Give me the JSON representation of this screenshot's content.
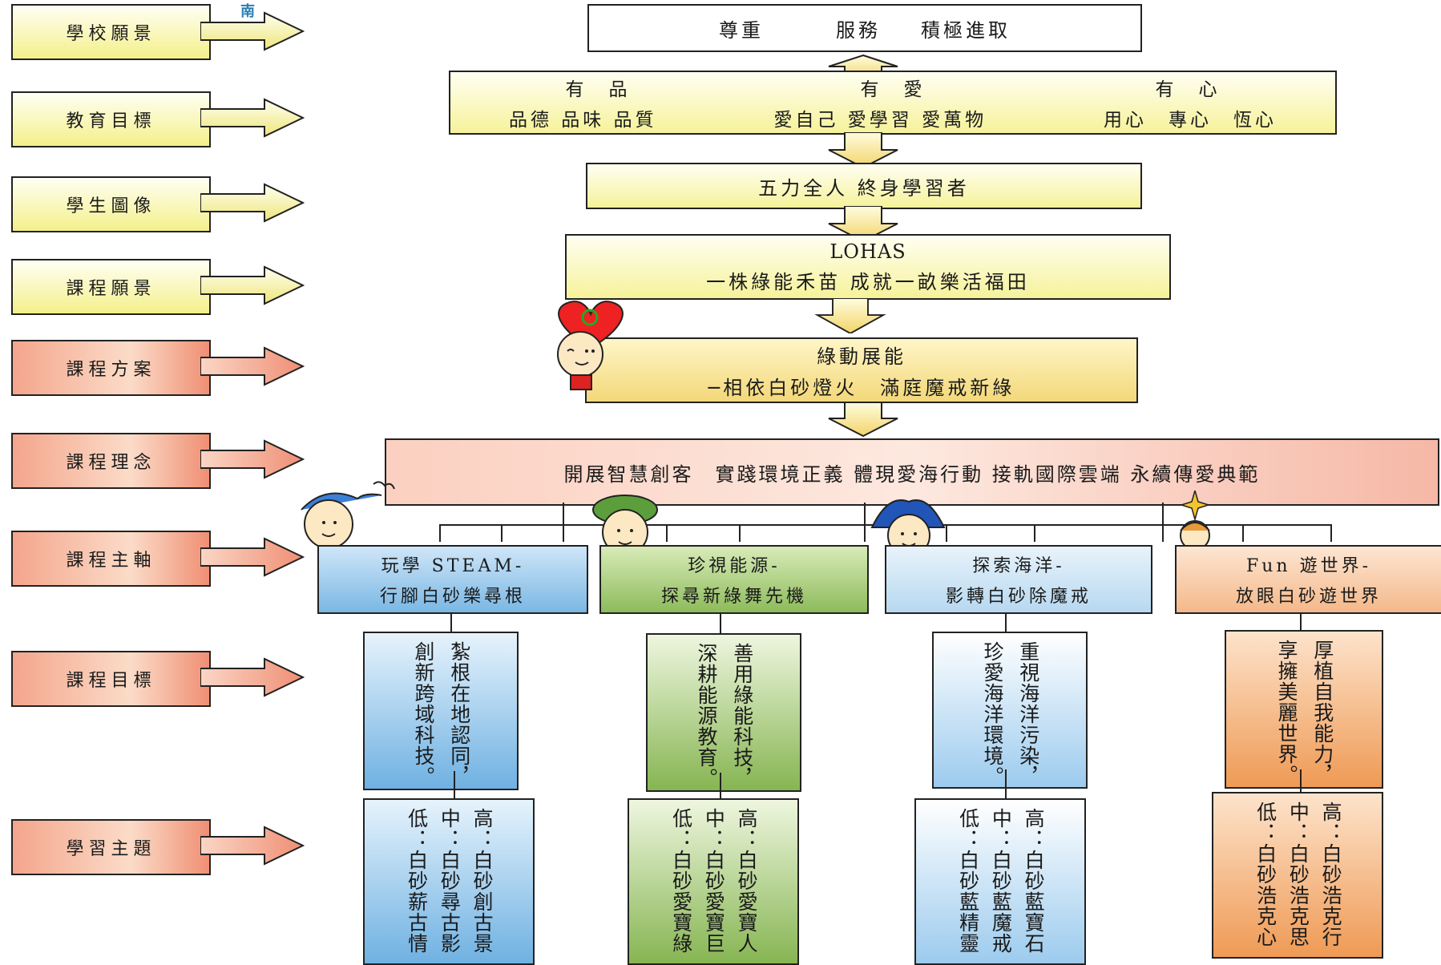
{
  "logo_text": "南",
  "labels": [
    {
      "text": "學校願景",
      "color": "y"
    },
    {
      "text": "教育目標",
      "color": "y"
    },
    {
      "text": "學生圖像",
      "color": "y"
    },
    {
      "text": "課程願景",
      "color": "y"
    },
    {
      "text": "課程方案",
      "color": "r"
    },
    {
      "text": "課程理念",
      "color": "r"
    },
    {
      "text": "課程主軸",
      "color": "r"
    },
    {
      "text": "課程目標",
      "color": "r"
    },
    {
      "text": "學習主題",
      "color": "r"
    }
  ],
  "vision": {
    "a": "尊重",
    "b": "服務",
    "c": "積極進取"
  },
  "goals": {
    "head_1": "有　品",
    "head_2": "有　愛",
    "head_3": "有　心",
    "items_1": "品德 品味 品質",
    "items_2": "愛自己 愛學習 愛萬物",
    "items_3": "用心　專心　恆心"
  },
  "student_image": "五力全人 終身學習者",
  "curriculum_vision": {
    "line1": "LOHAS",
    "line2": "一株綠能禾苗 成就一畝樂活福田"
  },
  "program": {
    "line1": "綠動展能",
    "line2": "─相依白砂燈火　滿庭魔戒新綠"
  },
  "philosophy": "開展智慧創客　實踐環境正義 體現愛海行動 接軌國際雲端 永續傳愛典範",
  "axes": [
    {
      "line1": "玩學 STEAM-",
      "line2": "行腳白砂樂尋根"
    },
    {
      "line1": "珍視能源-",
      "line2": "探尋新綠舞先機"
    },
    {
      "line1": "探索海洋-",
      "line2": "影轉白砂除魔戒"
    },
    {
      "line1": "Fun 遊世界-",
      "line2": "放眼白砂遊世界"
    }
  ],
  "objectives": [
    {
      "col1": "紮根在地認同，",
      "col2": "創新跨域科技。"
    },
    {
      "col1": "善用綠能科技，",
      "col2": "深耕能源教育。"
    },
    {
      "col1": "重視海洋污染，",
      "col2": "珍愛海洋環境。"
    },
    {
      "col1": "厚植自我能力，",
      "col2": "享擁美麗世界。"
    }
  ],
  "themes": [
    {
      "col1": "高：白砂創古景",
      "col2": "中：白砂尋古影",
      "col3": "低：白砂薪古情"
    },
    {
      "col1": "高：白砂愛寶人",
      "col2": "中：白砂愛寶巨",
      "col3": "低：白砂愛寶綠"
    },
    {
      "col1": "高：白砂藍寶石",
      "col2": "中：白砂藍魔戒",
      "col3": "低：白砂藍精靈"
    },
    {
      "col1": "高：白砂浩克行",
      "col2": "中：白砂浩克思",
      "col3": "低：白砂浩克心"
    }
  ],
  "colors": {
    "yellow": "#f6f29a",
    "salmon": "#f4a58c",
    "blue": "#7ab7e4",
    "green": "#8dbb5b",
    "orange": "#f4b88a"
  }
}
